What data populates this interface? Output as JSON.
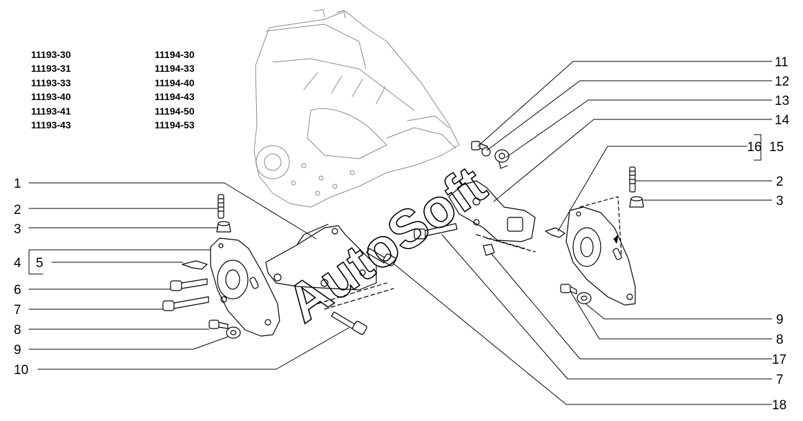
{
  "models": {
    "left_column": [
      "11193-30",
      "11193-31",
      "11193-33",
      "11193-40",
      "11193-41",
      "11193-43"
    ],
    "right_column": [
      "11194-30",
      "11194-33",
      "11194-40",
      "11194-43",
      "11194-50",
      "11194-53"
    ]
  },
  "watermark": "AutoSoft",
  "callouts": {
    "left": [
      "1",
      "2",
      "3",
      "4",
      "5",
      "6",
      "7",
      "8",
      "9",
      "10"
    ],
    "right": [
      "11",
      "12",
      "13",
      "14",
      "16",
      "15",
      "2",
      "3",
      "9",
      "8",
      "17",
      "7",
      "18"
    ]
  }
}
